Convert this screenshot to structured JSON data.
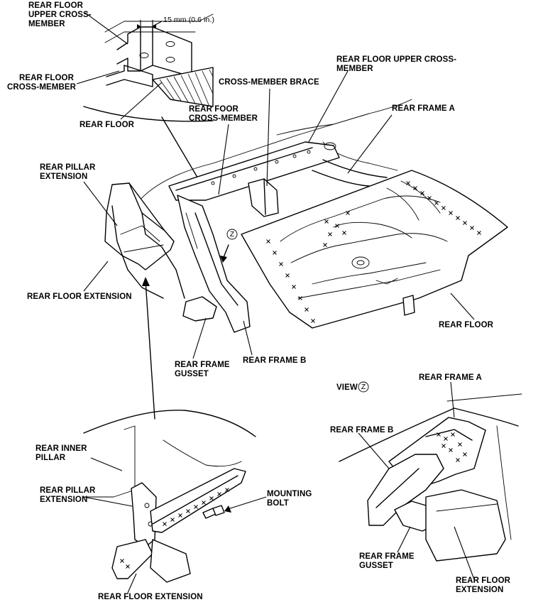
{
  "labels": {
    "detail_upper_cross": "REAR FLOOR\nUPPER CROSS-\nMEMBER",
    "dimension": "15 mm (0.6 in.)",
    "detail_rear_floor_cross": "REAR FLOOR\nCROSS-MEMBER",
    "detail_rear_floor": "REAR FLOOR",
    "upper_cross_member": "REAR FLOOR UPPER CROSS-\nMEMBER",
    "cross_member_brace": "CROSS-MEMBER BRACE",
    "rear_frame_a": "REAR FRAME A",
    "rear_foor_cross_member": "REAR FOOR\nCROSS-MEMBER",
    "rear_pillar_extension": "REAR PILLAR\nEXTENSION",
    "view_z_marker": "Z",
    "rear_floor_extension": "REAR FLOOR EXTENSION",
    "rear_floor": "REAR FLOOR",
    "rear_frame_gusset": "REAR FRAME\nGUSSET",
    "rear_frame_b": "REAR FRAME B",
    "view_z_label": "VIEW",
    "view_z_circle": "Z",
    "view_rear_frame_a": "REAR FRAME A",
    "view_rear_frame_b": "REAR FRAME B",
    "inset_rear_inner_pillar": "REAR INNER\nPILLAR",
    "inset_rear_pillar_extension": "REAR PILLAR\nEXTENSION",
    "inset_mounting_bolt": "MOUNTING\nBOLT",
    "view_rear_frame_gusset": "REAR FRAME\nGUSSET",
    "view_rear_floor_extension": "REAR FLOOR\nEXTENSION",
    "inset_rear_floor_extension": "REAR FLOOR EXTENSION"
  }
}
